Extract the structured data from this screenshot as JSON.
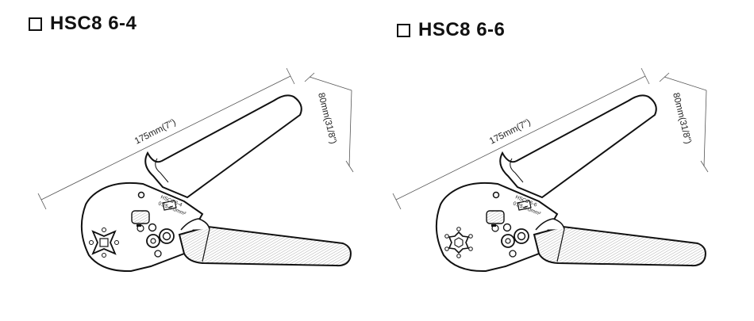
{
  "tools": [
    {
      "model": "HSC8 6-4",
      "length_label": "175mm(7\")",
      "width_label": "80mm(31/8\")",
      "stamp_model": "HSC8 6-4",
      "stamp_range": "0.25-6.0mm²",
      "die_shape": "square-4-indent"
    },
    {
      "model": "HSC8 6-6",
      "length_label": "175mm(7\")",
      "width_label": "80mm(31/8\")",
      "stamp_model": "HSC8 6-6",
      "stamp_range": "0.25-6.0mm²",
      "die_shape": "hexagon-6-indent"
    }
  ]
}
